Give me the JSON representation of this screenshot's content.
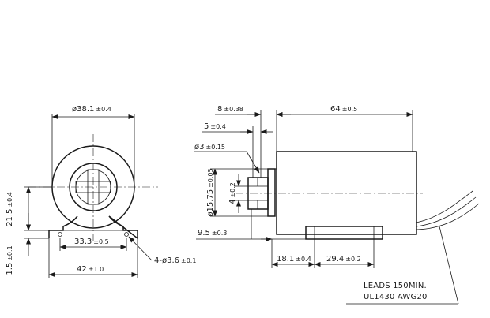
{
  "front_view": {
    "outer_diameter": {
      "value": "ø38.1",
      "tol": "±0.4"
    },
    "height": {
      "value": "21.5",
      "tol": "±0.4"
    },
    "hole_spacing": {
      "value": "33.3",
      "tol": "±0.5"
    },
    "base_width": {
      "value": "42",
      "tol": "±1.0"
    },
    "base_thickness": {
      "value": "1.5",
      "tol": "±0.1"
    },
    "mounting_holes": {
      "value": "4-ø3.6",
      "tol": "±0.1"
    }
  },
  "side_view": {
    "body_length": {
      "value": "64",
      "tol": "±0.5"
    },
    "flange_offset": {
      "value": "8",
      "tol": "±0.38"
    },
    "plunger_step": {
      "value": "5",
      "tol": "±0.4"
    },
    "pin_diameter": {
      "value": "ø3",
      "tol": "±0.15"
    },
    "plunger_diameter": {
      "value": "ø15.75",
      "tol": "±0.05"
    },
    "slot_width": {
      "value": "4",
      "tol": "±0.2"
    },
    "mount_height": {
      "value": "9.5",
      "tol": "±0.3"
    },
    "bracket_offset": {
      "value": "18.1",
      "tol": "±0.4"
    },
    "bracket_length": {
      "value": "29.4",
      "tol": "±0.2"
    }
  },
  "leads_note": {
    "line1": "LEADS 150MIN.",
    "line2": "UL1430 AWG20"
  }
}
